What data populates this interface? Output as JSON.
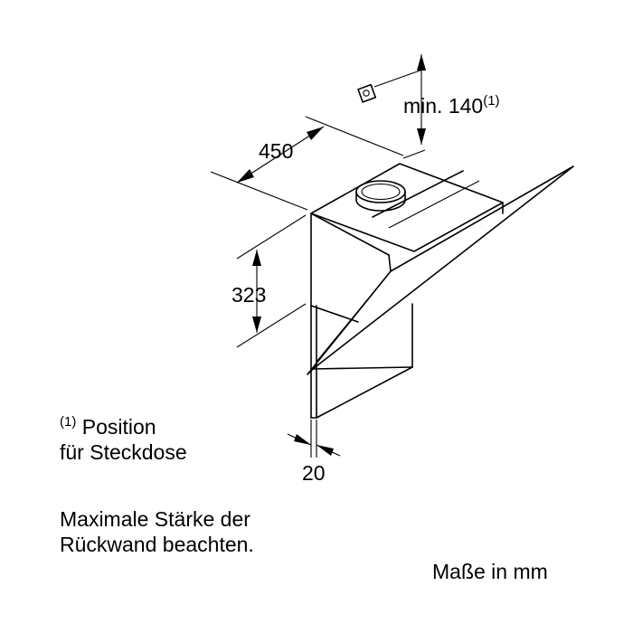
{
  "dimensions": {
    "depth": "450",
    "height": "323",
    "wall_thickness": "20",
    "socket_min_prefix": "min. 140",
    "socket_min_note": "(1)"
  },
  "footnote": {
    "marker": "(1)",
    "line1": "Position",
    "line2": "für Steckdose"
  },
  "warning": {
    "line1": "Maximale Stärke der",
    "line2": "Rückwand beachten."
  },
  "units_note": "Maße in mm"
}
